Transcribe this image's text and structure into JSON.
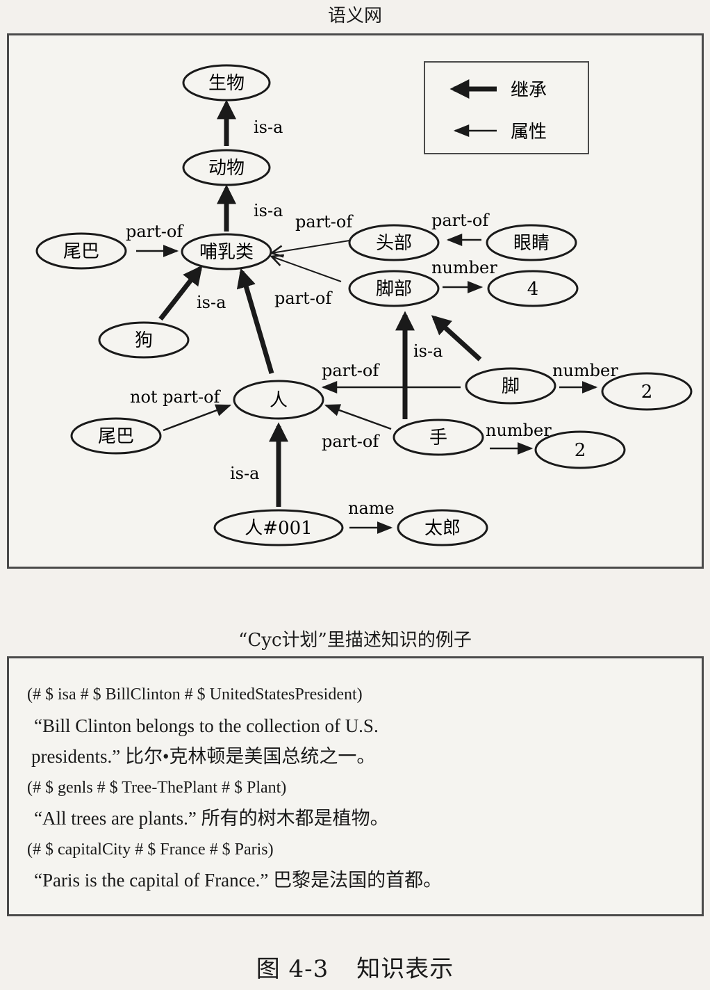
{
  "figure": {
    "semantic_title": "语义网",
    "cyc_title": "“Cyc计划”里描述知识的例子",
    "caption_number": "图 4-3",
    "caption_text": "知识表示"
  },
  "legend": {
    "inherit_label": "继承",
    "attribute_label": "属性"
  },
  "nodes": {
    "organism": "生物",
    "animal": "动物",
    "mammal": "哺乳类",
    "tail1": "尾巴",
    "dog": "狗",
    "head": "头部",
    "eye": "眼睛",
    "leg": "脚部",
    "four": "4",
    "human": "人",
    "tail2": "尾巴",
    "foot": "脚",
    "two1": "2",
    "hand": "手",
    "two2": "2",
    "human001": "人#001",
    "taro": "太郎"
  },
  "edges": {
    "isa": "is-a",
    "part_of": "part-of",
    "not_part_of": "not part-of",
    "number": "number",
    "name": "name"
  },
  "cyc": {
    "lines": [
      "(# $ isa # $ BillClinton # $ UnitedStatesPresident)",
      "“Bill Clinton belongs to the collection of U.S.",
      "presidents.” 比尔•克林顿是美国总统之一。",
      "(# $ genls # $ Tree-ThePlant # $ Plant)",
      "“All trees are plants.” 所有的树木都是植物。",
      "(# $ capitalCity # $ France # $ Paris)",
      "“Paris is the capital of France.” 巴黎是法国的首都。"
    ]
  }
}
